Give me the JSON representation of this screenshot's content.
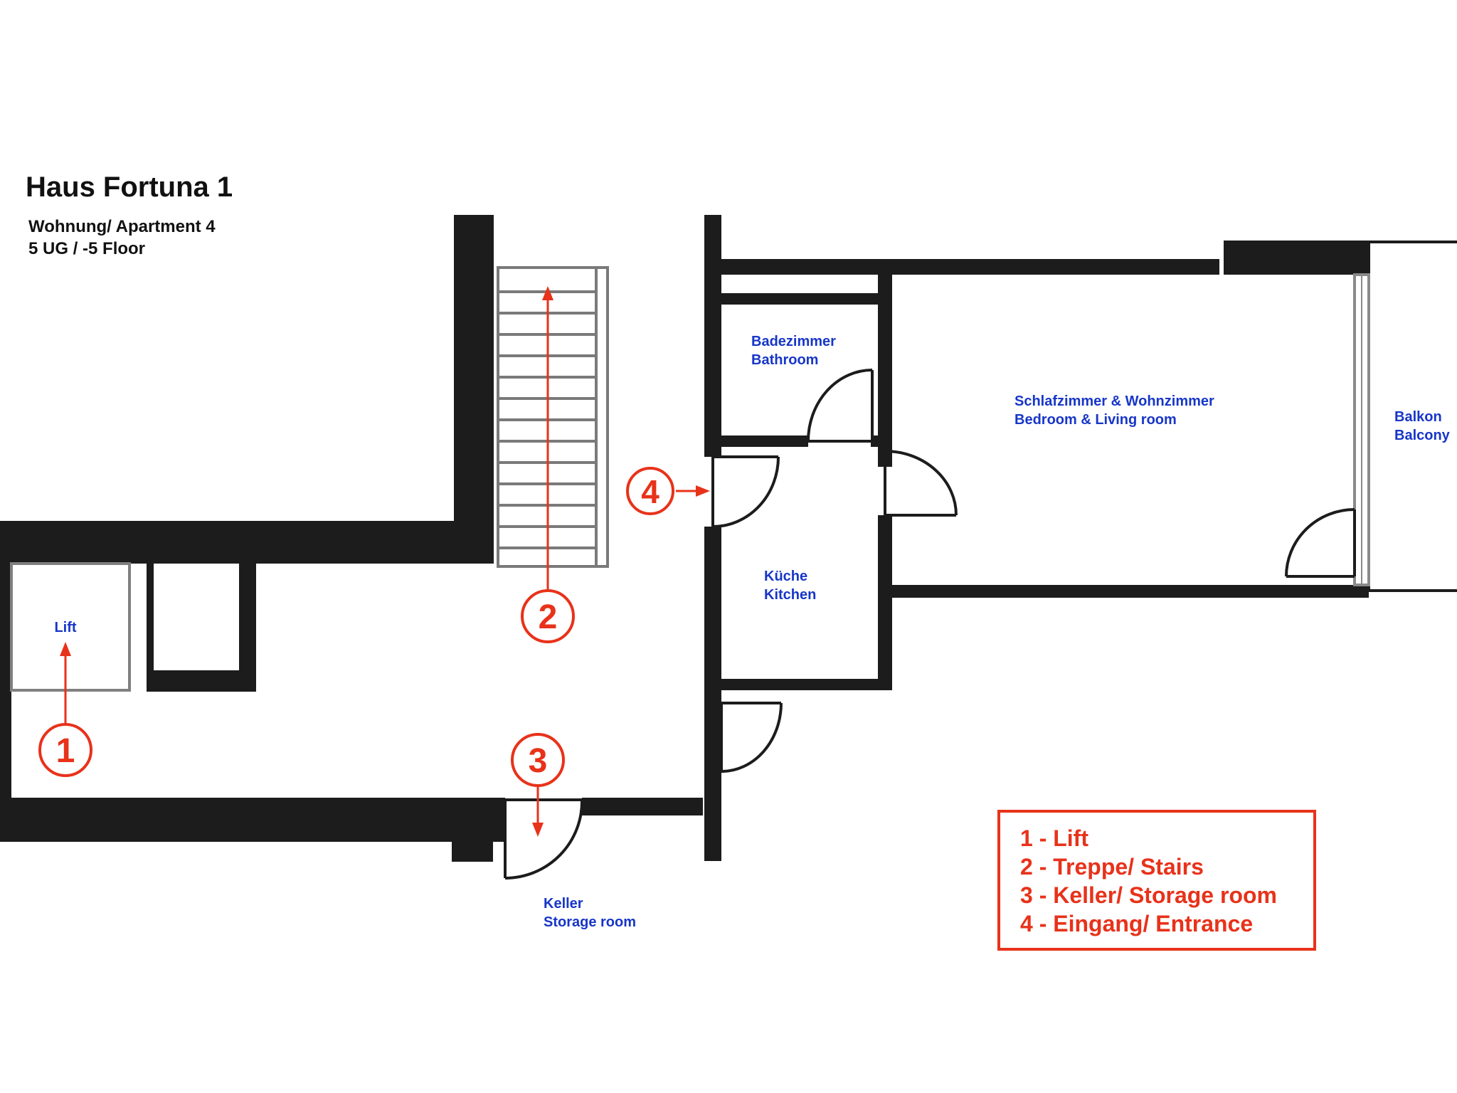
{
  "header": {
    "title": "Haus Fortuna 1",
    "subtitle_line1": "Wohnung/ Apartment 4",
    "subtitle_line2": "5 UG / -5 Floor"
  },
  "rooms": {
    "lift": "Lift",
    "bathroom_de": "Badezimmer",
    "bathroom_en": "Bathroom",
    "bedroom_de": "Schlafzimmer & Wohnzimmer",
    "bedroom_en": "Bedroom & Living room",
    "balcony_de": "Balkon",
    "balcony_en": "Balcony",
    "kitchen_de": "Küche",
    "kitchen_en": "Kitchen",
    "storage_de": "Keller",
    "storage_en": "Storage room"
  },
  "markers": [
    "1",
    "2",
    "3",
    "4"
  ],
  "legend": [
    "1 - Lift",
    "2 - Treppe/ Stairs",
    "3 - Keller/ Storage room",
    "4 - Eingang/ Entrance"
  ],
  "colors": {
    "wall": "#1c1c1c",
    "label_blue": "#1736c8",
    "marker_red": "#e8321a",
    "stair_gray": "#7a7a7a"
  }
}
